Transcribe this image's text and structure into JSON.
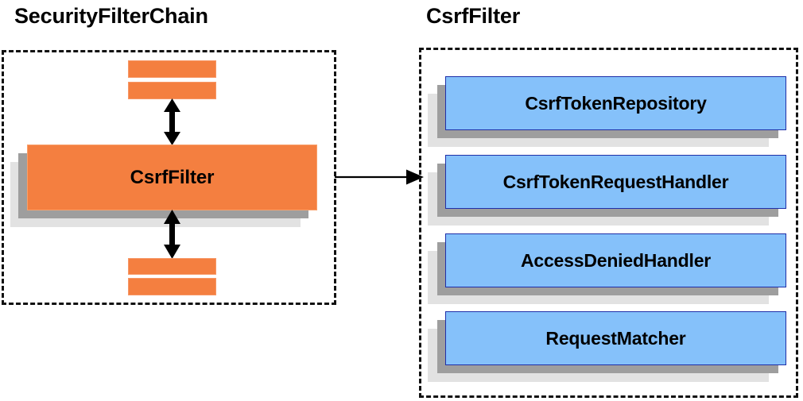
{
  "diagram": {
    "type": "architecture-block-diagram",
    "background_color": "#ffffff",
    "panels": [
      {
        "id": "securityfilterchain",
        "title": "SecurityFilterChain",
        "border_style": "dashed",
        "border_color": "#111111"
      },
      {
        "id": "csrffilter",
        "title": "CsrfFilter",
        "border_style": "dashed",
        "border_color": "#111111"
      }
    ]
  },
  "left_panel": {
    "title": "SecurityFilterChain",
    "main_block": {
      "label": "CsrfFilter",
      "fill_color": "#f47f40",
      "border_color": "#f9a06a"
    },
    "filter_bars": [
      {
        "id": "above-1",
        "label": "",
        "fill_color": "#f47f40"
      },
      {
        "id": "above-2",
        "label": "",
        "fill_color": "#f47f40"
      },
      {
        "id": "below-1",
        "label": "",
        "fill_color": "#f47f40"
      },
      {
        "id": "below-2",
        "label": "",
        "fill_color": "#f47f40"
      }
    ],
    "connectors": [
      {
        "id": "upper",
        "kind": "double-headed-vertical-arrow",
        "color": "#000000"
      },
      {
        "id": "lower",
        "kind": "double-headed-vertical-arrow",
        "color": "#000000"
      }
    ]
  },
  "connector": {
    "kind": "single-headed-horizontal-arrow",
    "color": "#000000",
    "from": "SecurityFilterChain",
    "to": "CsrfFilter"
  },
  "right_panel": {
    "title": "CsrfFilter",
    "collaborators": [
      {
        "label": "CsrfTokenRepository",
        "fill_color": "#85c1fa",
        "border_color": "#1f2fa8"
      },
      {
        "label": "CsrfTokenRequestHandler",
        "fill_color": "#85c1fa",
        "border_color": "#1f2fa8"
      },
      {
        "label": "AccessDeniedHandler",
        "fill_color": "#85c1fa",
        "border_color": "#1f2fa8"
      },
      {
        "label": "RequestMatcher",
        "fill_color": "#85c1fa",
        "border_color": "#1f2fa8"
      }
    ]
  },
  "colors": {
    "orange_fill": "#f47f40",
    "orange_border": "#f9a06a",
    "blue_fill": "#85c1fa",
    "blue_border": "#1f2fa8",
    "shadow_light": "#e2e2e2",
    "shadow_dark": "#9e9e9e",
    "text": "#000000",
    "dashed_border": "#111111"
  }
}
